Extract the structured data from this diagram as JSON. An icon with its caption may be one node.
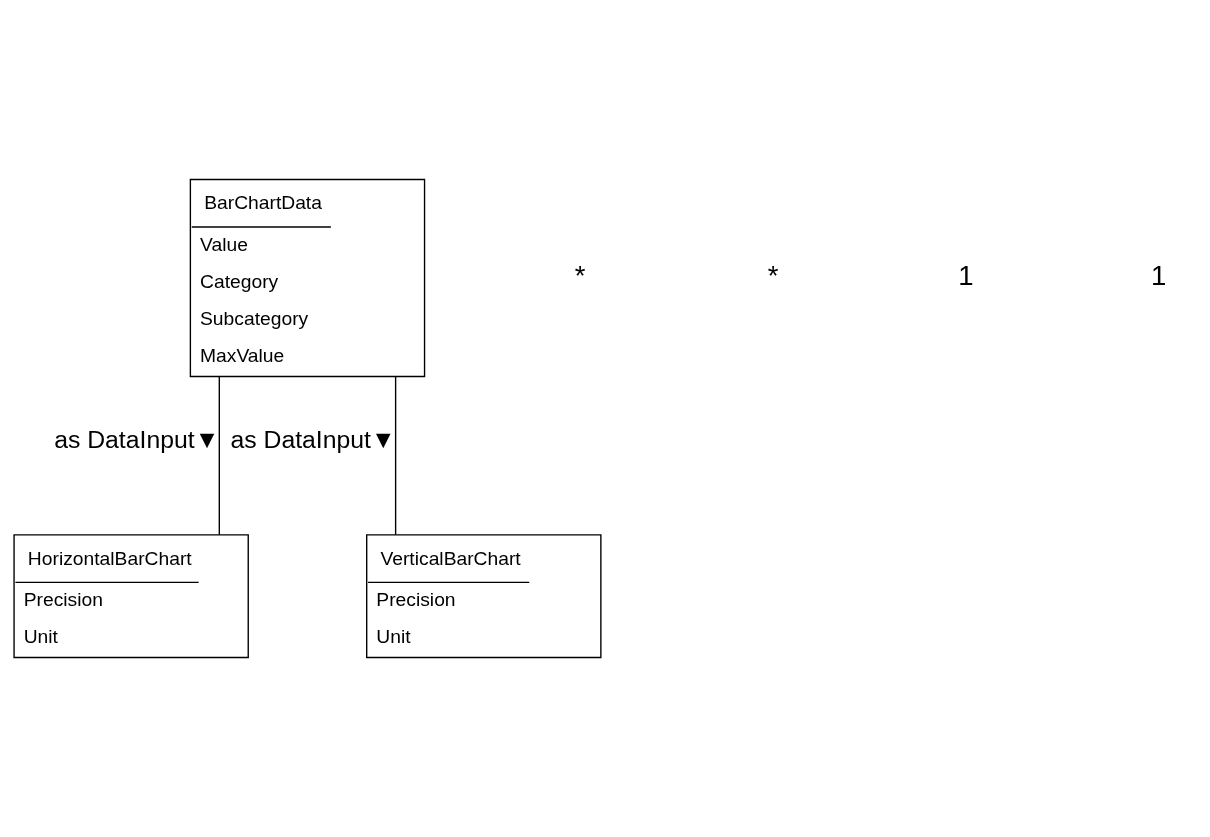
{
  "diagram": {
    "nodes": [
      {
        "text": [
          "BarChartData",
          "Value",
          "Category",
          "Subcategory",
          "MaxValue"
        ]
      },
      {
        "text": [
          "HorizontalBarChart",
          "Precision",
          "Unit"
        ]
      },
      {
        "text": [
          "VerticalBarChart",
          "Precision",
          "Unit"
        ]
      }
    ],
    "edges": [
      {
        "from": 0,
        "to": 1,
        "arrow": "none",
        "label": "as DataInput▼"
      },
      {
        "from": 0,
        "to": 2,
        "arrow": "none",
        "label": "as DataInput▼"
      }
    ],
    "labels": [
      "*",
      "*",
      "1",
      "1"
    ]
  }
}
